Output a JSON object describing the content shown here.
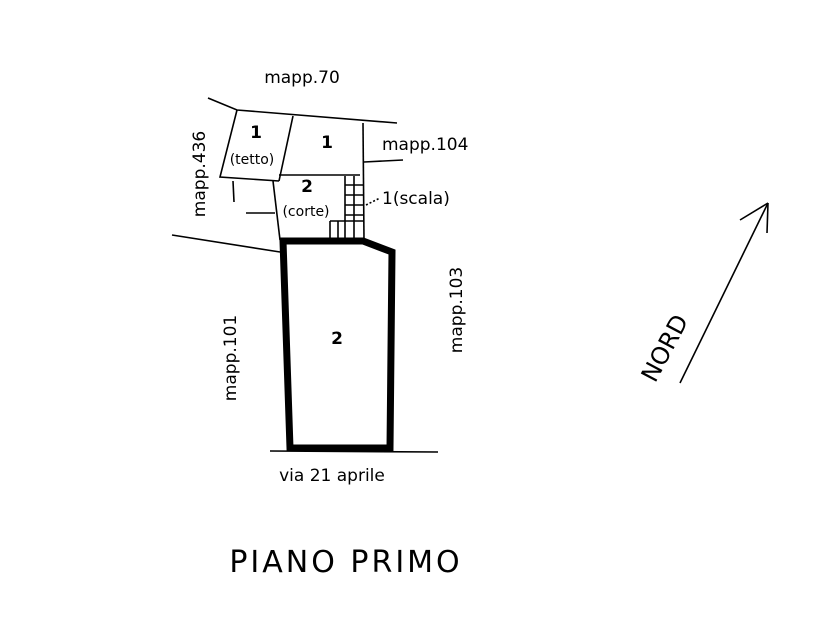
{
  "plan": {
    "title": "PIANO PRIMO",
    "north_label": "NORD",
    "neighbors": {
      "north": "mapp.70",
      "west": "mapp.436",
      "east_upper": "mapp.104",
      "east_lower": "mapp.103",
      "west_lower": "mapp.101",
      "street": "via 21 aprile"
    },
    "units": {
      "roof_number": "1",
      "roof_label": "(tetto)",
      "room_number": "1",
      "court_number": "2",
      "court_label": "(corte)",
      "stair_label": "1(scala)",
      "main_number": "2"
    }
  }
}
